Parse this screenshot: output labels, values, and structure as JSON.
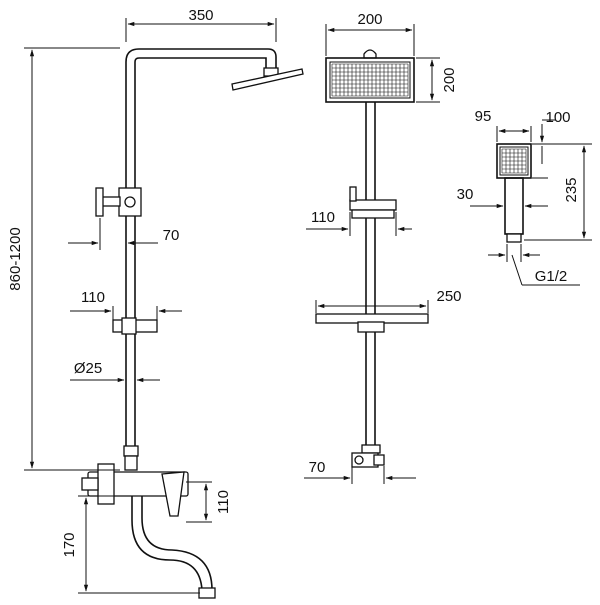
{
  "dimensions": {
    "arm_length": "350",
    "head_width": "200",
    "head_height": "200",
    "height_range": "860-1200",
    "handle_offset": "70",
    "holder_width": "110",
    "pipe_diameter": "Ø25",
    "mixer_height": "110",
    "spout_height": "170",
    "front_holder_width": "110",
    "shelf_width": "250",
    "bottom_offset": "70",
    "hand_head_width": "95",
    "hand_head_height": "100",
    "hand_length": "235",
    "hand_handle_width": "30",
    "thread": "G1/2"
  }
}
